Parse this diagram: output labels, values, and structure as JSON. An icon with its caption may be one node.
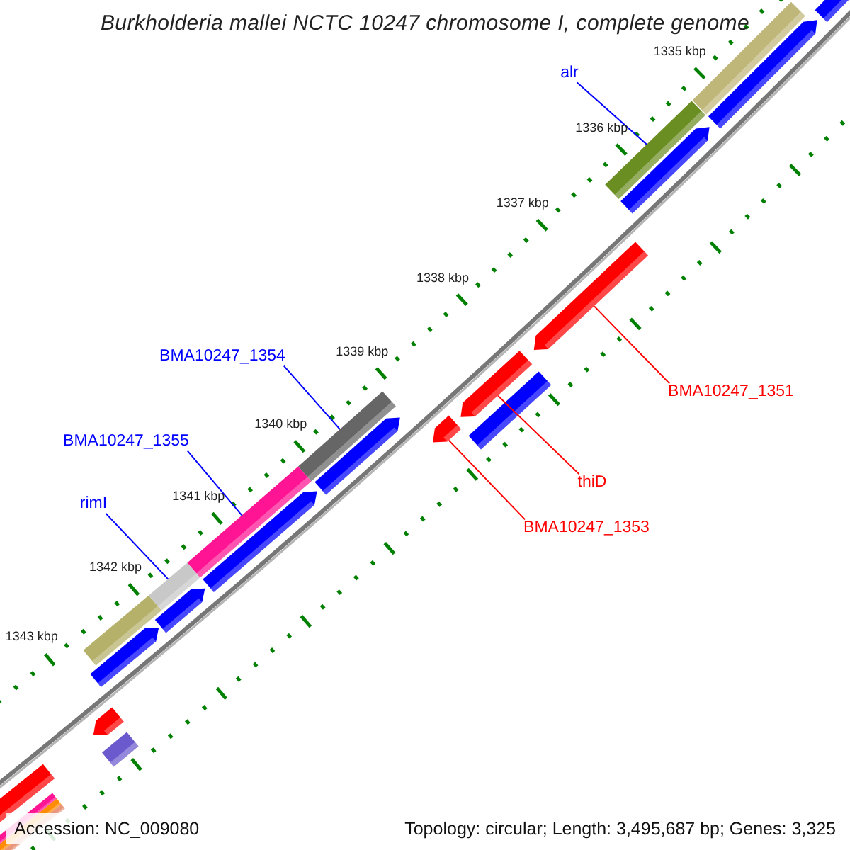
{
  "diagram": {
    "title": "Burkholderia mallei NCTC 10247 chromosome I, complete genome",
    "nodes": [
      {
        "text": [
          "alr"
        ]
      },
      {
        "text": [],
        "shape": "bar"
      },
      {
        "text": [
          "BMA10247_1351"
        ]
      },
      {
        "text": [],
        "shape": "arrow"
      },
      {
        "text": [
          "BMA10247_1354"
        ]
      },
      {
        "text": [],
        "shape": "bar"
      },
      {
        "text": [
          "thiD"
        ]
      },
      {
        "text": [],
        "shape": "arrow"
      },
      {
        "text": [
          "BMA10247_1355"
        ]
      },
      {
        "text": [],
        "shape": "bar"
      },
      {
        "text": [
          "BMA10247_1353"
        ]
      },
      {
        "text": [],
        "shape": "arrow"
      },
      {
        "text": [
          "rimI"
        ]
      },
      {
        "text": [],
        "shape": "bar"
      },
      {
        "text": [],
        "shape": "arrow"
      }
    ],
    "edges": [
      {
        "from": 0,
        "to": 1,
        "arrow": "none"
      },
      {
        "from": 2,
        "to": 3,
        "arrow": "none",
        "color": "#ff0000"
      },
      {
        "from": 4,
        "to": 5,
        "arrow": "none"
      },
      {
        "from": 6,
        "to": 7,
        "arrow": "none",
        "color": "#ff0000"
      },
      {
        "from": 8,
        "to": 9,
        "arrow": "none"
      },
      {
        "from": 10,
        "to": 11,
        "arrow": "none",
        "color": "#ff0000"
      },
      {
        "from": 12,
        "to": 13,
        "arrow": "none"
      }
    ],
    "labels": [
      "1335 kbp",
      "1336 kbp",
      "1337 kbp",
      "1338 kbp",
      "1339 kbp",
      "1340 kbp",
      "1341 kbp",
      "1342 kbp",
      "1343 kbp",
      "Accession: NC_009080",
      "Topology: circular; Length: 3,495,687 bp; Genes: 3,325"
    ]
  }
}
